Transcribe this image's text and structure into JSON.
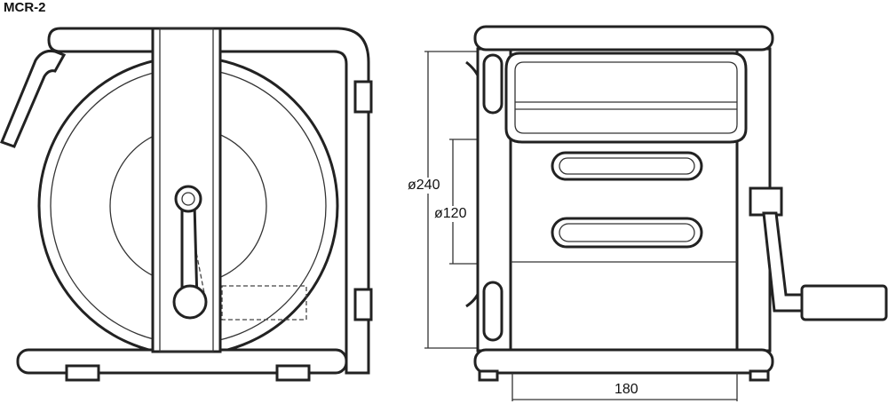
{
  "title": "MCR-2",
  "dimensions": {
    "outer_diameter": "ø240",
    "inner_diameter": "ø120",
    "width": "180"
  }
}
